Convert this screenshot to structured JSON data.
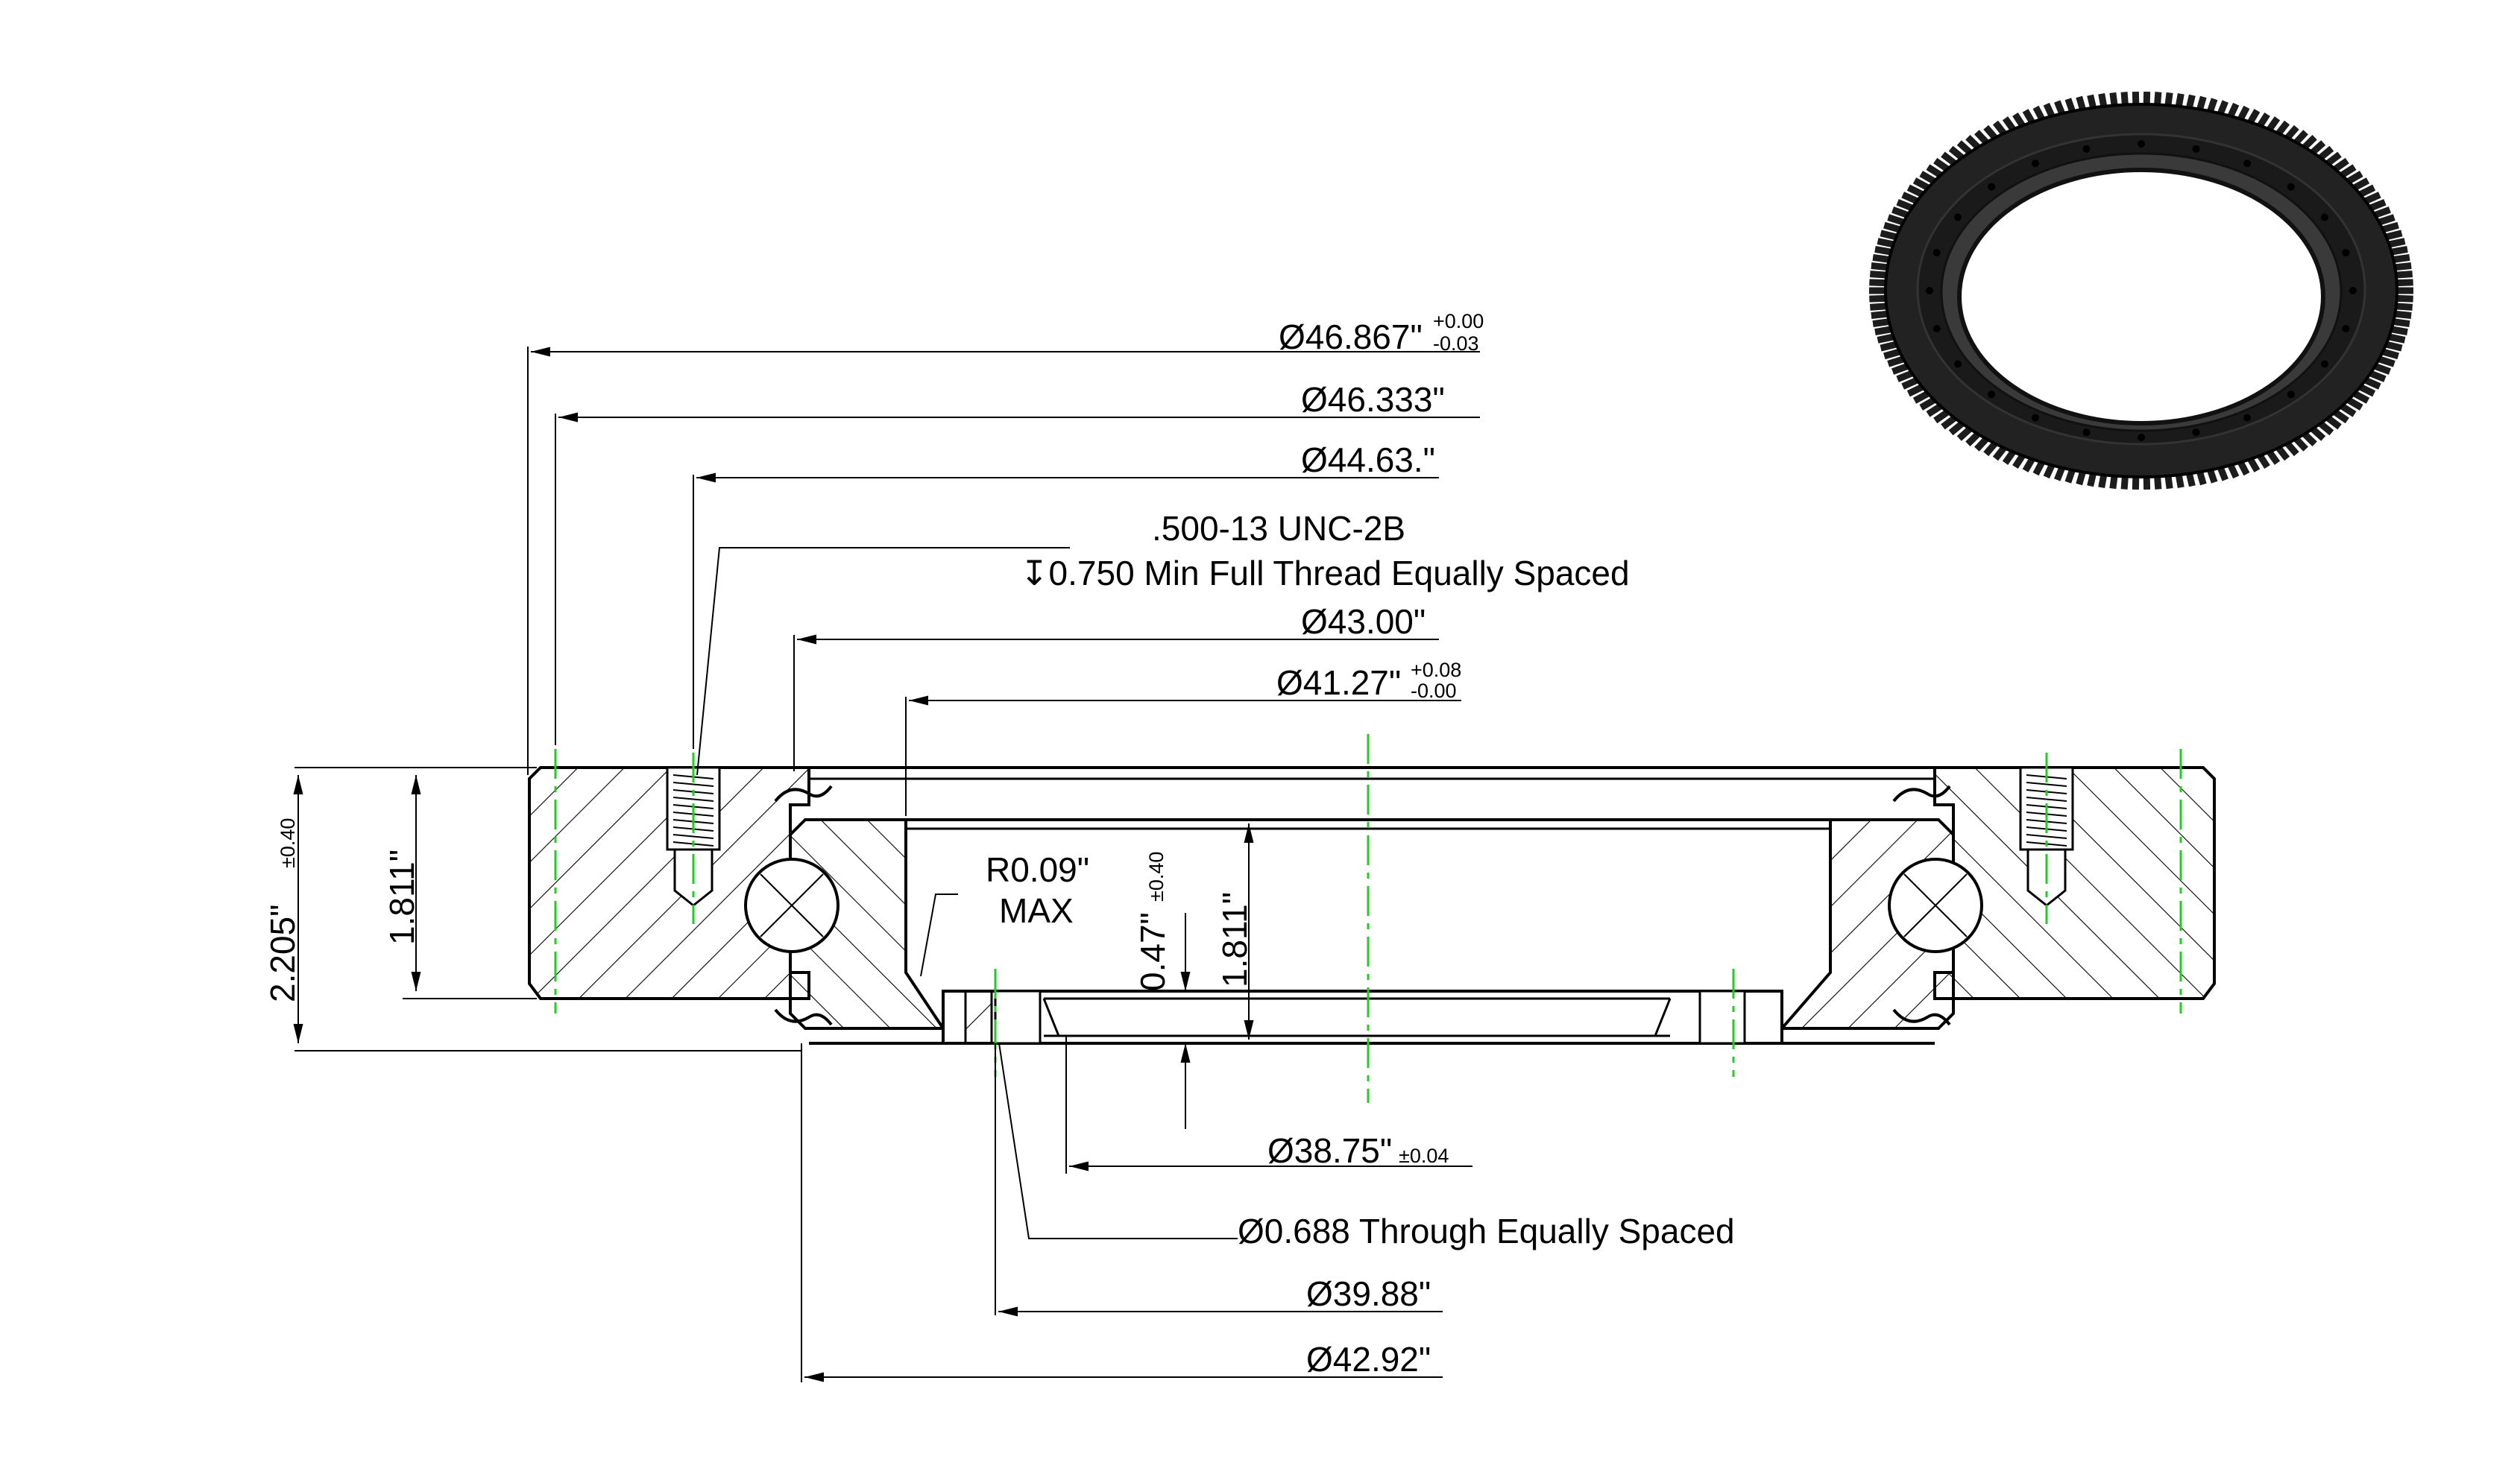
{
  "colors": {
    "line": "#000000",
    "centerline": "#22cc22",
    "ring_render": "#1c1c1c"
  },
  "dimensions": {
    "outer_gear_dia": {
      "value": "Ø46.867\"",
      "tol_upper": "+0.00",
      "tol_lower": "-0.03"
    },
    "dia_46333": {
      "value": "Ø46.333\""
    },
    "bolt_circle_outer": {
      "value": "Ø44.63.\""
    },
    "thread_note_line1": ".500-13 UNC-2B",
    "thread_note_line2": "↧0.750 Min Full Thread Equally Spaced",
    "dia_4300": {
      "value": "Ø43.00\""
    },
    "bore_dia": {
      "value": "Ø41.27\"",
      "tol_upper": "+0.08",
      "tol_lower": "-0.00"
    },
    "radius_note_line1": "R0.09\"",
    "radius_note_line2": "MAX",
    "height_total": {
      "value": "2.205\"",
      "tol": "±0.40"
    },
    "height_outer": {
      "value": "1.811\""
    },
    "height_inner": {
      "value": "1.811\""
    },
    "offset": {
      "value": "0.47\"",
      "tol": "±0.40"
    },
    "dia_3875": {
      "value": "Ø38.75\"",
      "tol": "±0.04"
    },
    "through_hole_note": "Ø0.688 Through Equally Spaced",
    "bolt_circle_inner": {
      "value": "Ø39.88\""
    },
    "dia_4292": {
      "value": "Ø42.92\""
    }
  }
}
